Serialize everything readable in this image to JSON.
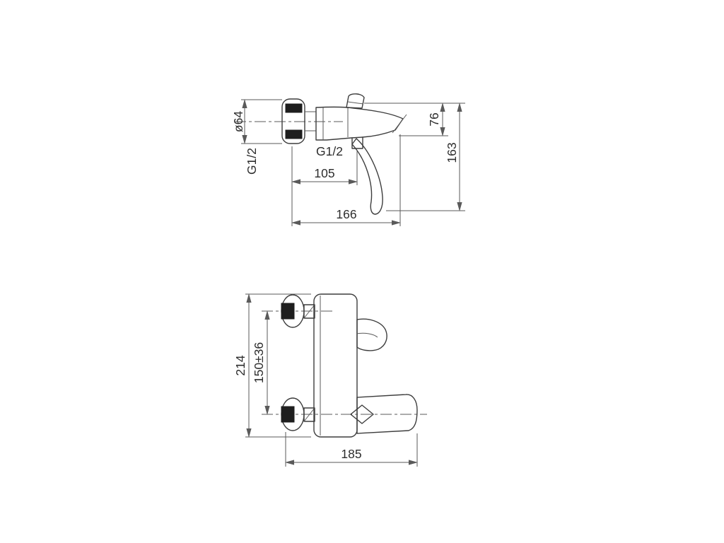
{
  "drawing": {
    "side_view": {
      "flange_diameter": "ø64",
      "inlet_thread": "G1/2",
      "shower_outlet_thread": "G1/2",
      "wall_to_outlet": "105",
      "wall_to_spout_tip": "166",
      "spout_drop_height": "76",
      "overall_height": "163"
    },
    "front_view": {
      "overall_height": "214",
      "inlet_spacing": "150±36",
      "overall_width": "185"
    }
  }
}
